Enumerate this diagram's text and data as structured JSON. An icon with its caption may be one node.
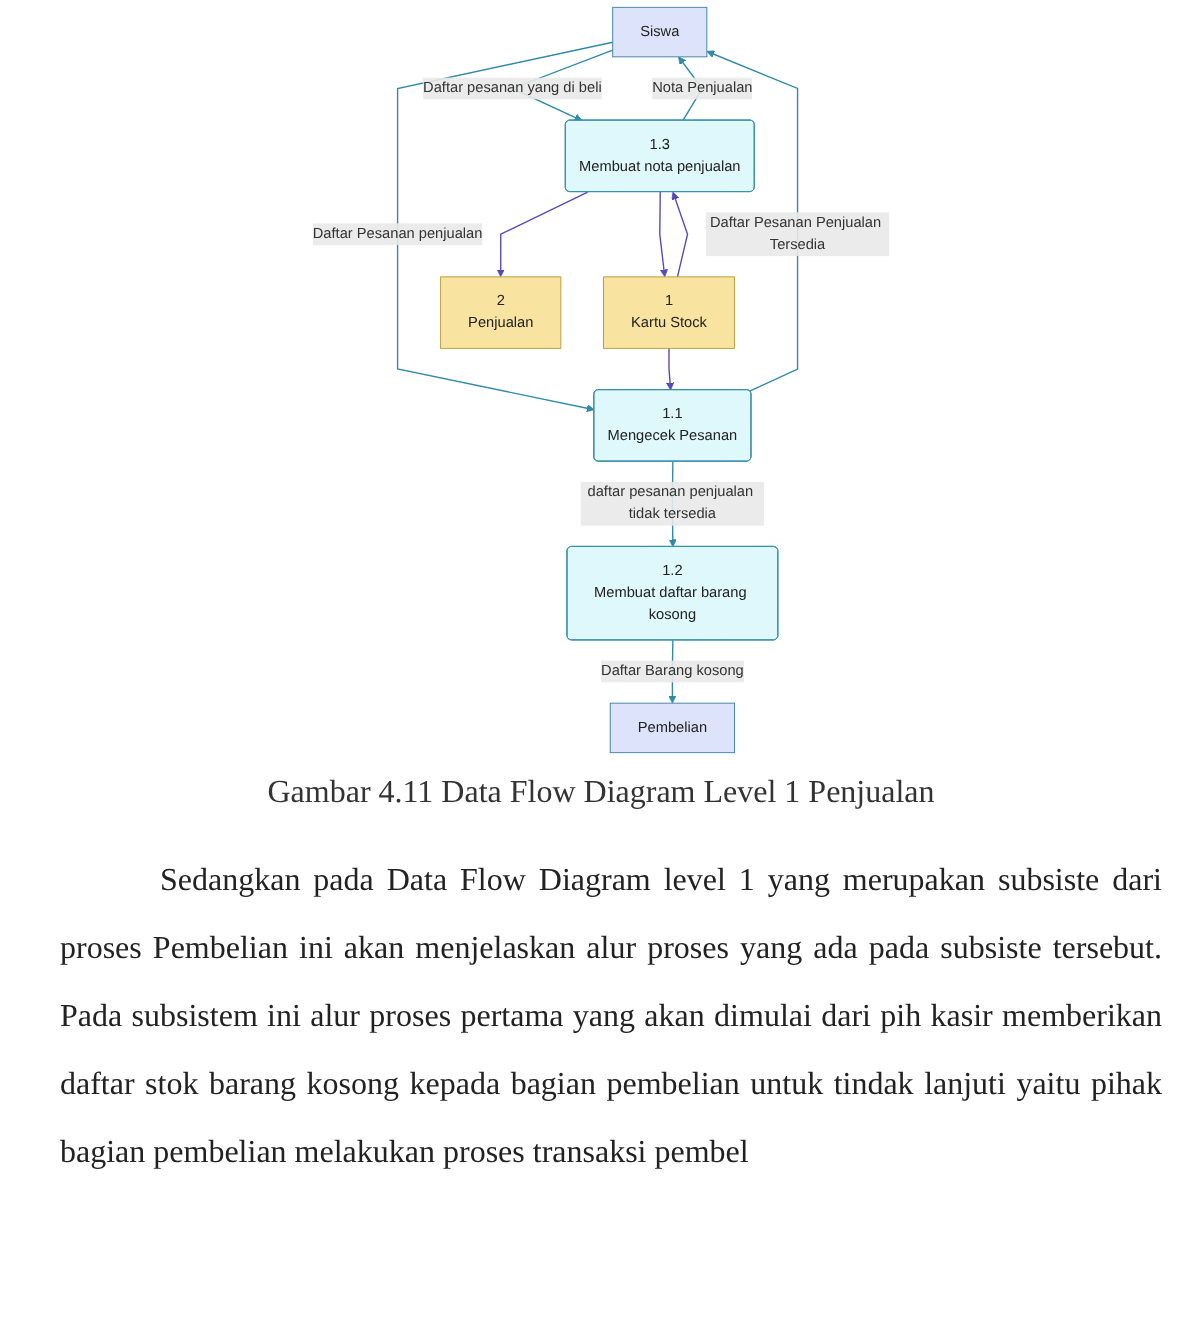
{
  "diagram": {
    "caption": "Gambar 4.11 Data Flow Diagram Level 1 Penjualan",
    "nodes": [
      {
        "text": [
          "Siswa"
        ]
      },
      {
        "text": [
          "1.1",
          "Mengecek Pesanan"
        ]
      },
      {
        "text": [
          "Pembelian"
        ]
      },
      {
        "text": [
          "1.2",
          "Membuat daftar barang kosong"
        ]
      },
      {
        "text": [
          "1",
          "Kartu Stock"
        ]
      },
      {
        "text": [
          "1.3",
          "Membuat nota penjualan"
        ]
      },
      {
        "text": [
          "2",
          "Penjualan"
        ]
      }
    ],
    "edges": [
      {
        "from": 1,
        "to": 0,
        "arrow": "to",
        "label": "Daftar Pesanan Penjualan Tersedia"
      },
      {
        "from": 0,
        "to": 1,
        "arrow": "to",
        "label": "Daftar Pesanan penjualan"
      },
      {
        "from": 1,
        "to": 3,
        "arrow": "to",
        "label": "daftar pesanan penjualan tidak tersedia"
      },
      {
        "from": 3,
        "to": 2,
        "arrow": "to",
        "label": "Daftar Barang kosong"
      },
      {
        "from": 4,
        "to": 1,
        "arrow": "to",
        "color": "#5548c0"
      },
      {
        "from": 4,
        "to": 5,
        "arrow": "to",
        "color": "#5548c0"
      },
      {
        "from": 5,
        "to": 4,
        "arrow": "to",
        "color": "#5548c0"
      },
      {
        "from": 0,
        "to": 5,
        "arrow": "to",
        "label": "Daftar pesanan yang di beli"
      },
      {
        "from": 5,
        "to": 0,
        "arrow": "to",
        "label": "Nota Penjualan"
      },
      {
        "from": 5,
        "to": 6,
        "arrow": "to",
        "color": "#5548c0"
      }
    ],
    "labels": [
      "Sedangkan pada Data Flow Diagram level 1 yang merupakan subsiste dari proses Pembelian ini akan menjelaskan alur proses yang ada pada subsiste tersebut. Pada subsistem ini alur proses pertama yang akan dimulai dari pih kasir memberikan daftar stok barang kosong kepada bagian pembelian untuk tindak lanjuti yaitu pihak bagian pembelian melakukan proses transaksi pembel"
    ]
  }
}
